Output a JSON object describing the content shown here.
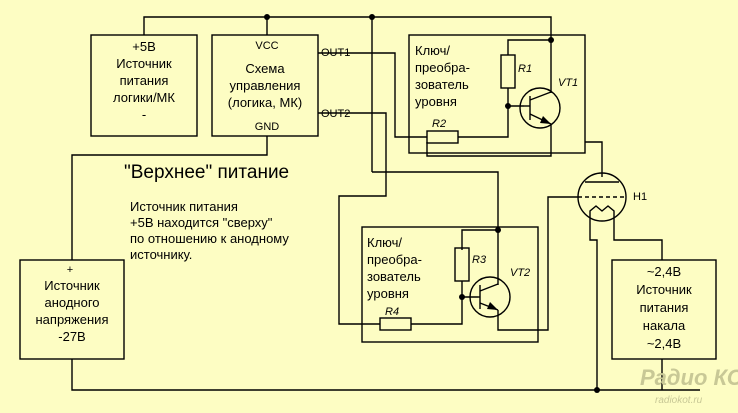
{
  "blocks": {
    "logic_supply": [
      "+5В",
      "Источник",
      "питания",
      "логики/МК",
      "-"
    ],
    "control": {
      "vcc": "VCC",
      "title": [
        "Схема",
        "управления",
        "(логика, МК)"
      ],
      "gnd": "GND",
      "out1": "OUT1",
      "out2": "OUT2"
    },
    "key1": [
      "Ключ/",
      "преобра-",
      "зователь",
      "уровня"
    ],
    "key2": [
      "Ключ/",
      "преобра-",
      "зователь",
      "уровня"
    ],
    "anode_supply": [
      "+",
      "Источник",
      "анодного",
      "напряжения",
      "-27В"
    ],
    "filament_supply": [
      "~2,4В",
      "Источник",
      "питания",
      "накала",
      "~2,4В"
    ]
  },
  "components": {
    "r1": "R1",
    "r2": "R2",
    "r3": "R3",
    "r4": "R4",
    "vt1": "VT1",
    "vt2": "VT2",
    "h1": "H1"
  },
  "heading": "\"Верхнее\" питание",
  "note": [
    "Источник питания",
    "+5В находится \"сверху\"",
    "по отношению к анодному",
    "источнику."
  ],
  "watermark": {
    "logo": "Радио КОТ",
    "url": "radiokot.ru"
  }
}
